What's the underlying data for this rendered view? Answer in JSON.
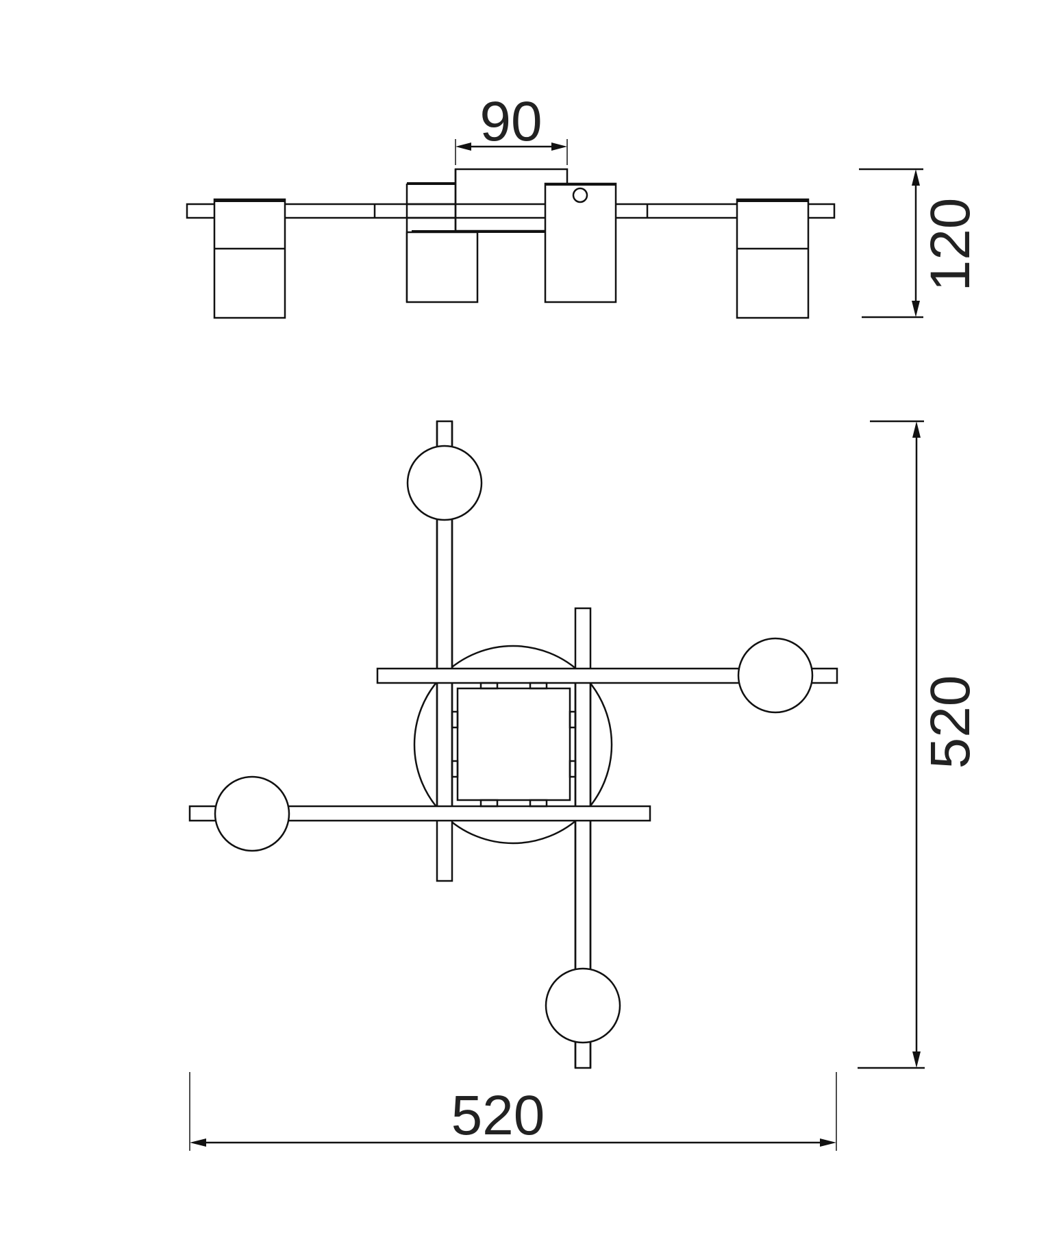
{
  "drawing": {
    "type": "technical-drawing",
    "subject": "4-light ceiling fitting",
    "views": [
      "side-elevation",
      "plan-view"
    ]
  },
  "dimensions": {
    "canopy_width": {
      "value": "90",
      "unit": "mm"
    },
    "height": {
      "value": "120",
      "unit": "mm"
    },
    "plan_depth": {
      "value": "520",
      "unit": "mm"
    },
    "plan_width": {
      "value": "520",
      "unit": "mm"
    }
  },
  "colors": {
    "line": "#111111",
    "text": "#222222",
    "background": "#ffffff"
  }
}
